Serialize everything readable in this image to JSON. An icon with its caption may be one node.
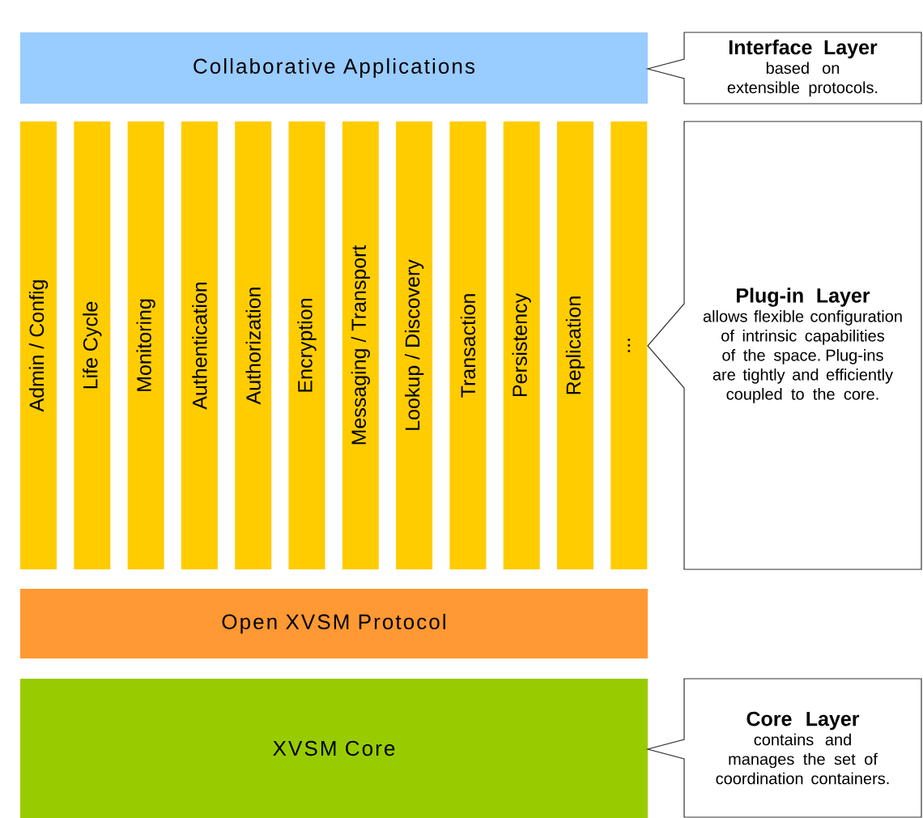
{
  "diagram": {
    "nodes": [
      {
        "text": [
          "Collaborative Applications"
        ]
      },
      {
        "text": [
          "Interface Layer",
          "based on extensible protocols."
        ]
      },
      {
        "text": [
          "Admin / Config"
        ]
      },
      {
        "text": [
          "Life Cycle"
        ]
      },
      {
        "text": [
          "Monitoring"
        ]
      },
      {
        "text": [
          "Authentication"
        ]
      },
      {
        "text": [
          "Authorization"
        ]
      },
      {
        "text": [
          "Encryption"
        ]
      },
      {
        "text": [
          "Messaging / Transport"
        ]
      },
      {
        "text": [
          "Lookup / Discovery"
        ]
      },
      {
        "text": [
          "Transaction"
        ]
      },
      {
        "text": [
          "Persistency"
        ]
      },
      {
        "text": [
          "Replication"
        ]
      },
      {
        "text": [
          "..."
        ]
      },
      {
        "text": [
          "Plug-in Layer",
          "allows flexible configuration of intrinsic capabilities of the space. Plug-ins are tightly and efficiently coupled to the core."
        ]
      },
      {
        "text": [
          "Open XVSM Protocol"
        ]
      },
      {
        "text": [
          "XVSM Core"
        ]
      },
      {
        "text": [
          "Core Layer",
          "contains and manages the set of coordination containers."
        ]
      }
    ],
    "edges": []
  }
}
